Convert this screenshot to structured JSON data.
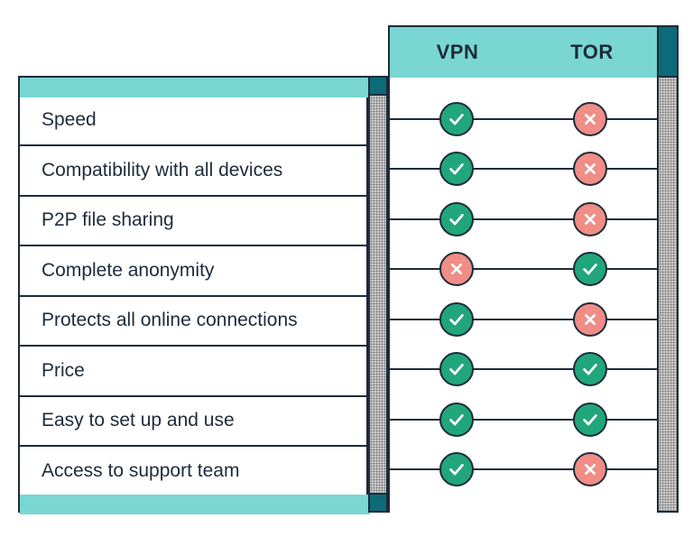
{
  "columns": [
    "VPN",
    "TOR"
  ],
  "rows": [
    {
      "feature": "Speed",
      "vpn": "check",
      "tor": "cross"
    },
    {
      "feature": "Compatibility with all devices",
      "vpn": "check",
      "tor": "cross"
    },
    {
      "feature": "P2P file sharing",
      "vpn": "check",
      "tor": "cross"
    },
    {
      "feature": "Complete anonymity",
      "vpn": "cross",
      "tor": "check"
    },
    {
      "feature": "Protects all online connections",
      "vpn": "check",
      "tor": "cross"
    },
    {
      "feature": "Price",
      "vpn": "check",
      "tor": "check"
    },
    {
      "feature": "Easy to set up and use",
      "vpn": "check",
      "tor": "check"
    },
    {
      "feature": "Access to support team",
      "vpn": "check",
      "tor": "cross"
    }
  ],
  "icons": {
    "check": "check-circle-icon",
    "cross": "cross-circle-icon"
  },
  "colors": {
    "teal": "#79d6d2",
    "dark_teal": "#0d6a78",
    "check": "#21a67b",
    "cross": "#ef8d86",
    "ink": "#1d2b3a"
  }
}
